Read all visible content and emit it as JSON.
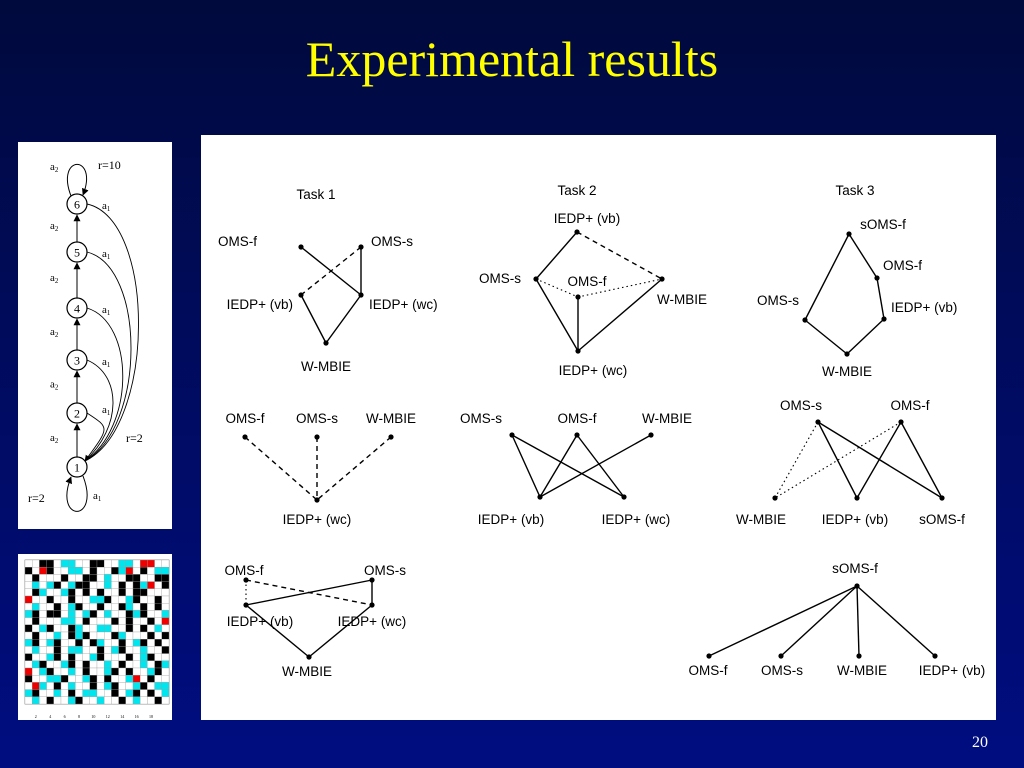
{
  "slide": {
    "title": "Experimental results",
    "number": "20"
  },
  "chain": {
    "states": [
      "6",
      "5",
      "4",
      "3",
      "2",
      "1"
    ],
    "self_action": "a",
    "self_action_sub": "2",
    "forward_action": "a",
    "forward_action_sub": "2",
    "reset_action": "a",
    "reset_action_sub": "1",
    "top_reward": "r=10",
    "mid_reward": "r=2",
    "bottom_reward": "r=2"
  },
  "grid": {
    "colors": {
      "wall": "#000000",
      "water": "#00e5ee",
      "goal": "#ee0000",
      "empty": "#ffffff"
    },
    "tick_labels": [
      "2",
      "4",
      "6",
      "8",
      "10",
      "12",
      "14",
      "16",
      "18"
    ]
  },
  "results": {
    "task_titles": [
      "Task 1",
      "Task 2",
      "Task 3"
    ],
    "labels": {
      "OMS-f": "OMS-f",
      "OMS-s": "OMS-s",
      "sOMS-f": "sOMS-f",
      "IEDP-vb": "IEDP+ (vb)",
      "IEDP-wc": "IEDP+ (wc)",
      "W-MBIE": "W-MBIE"
    }
  }
}
